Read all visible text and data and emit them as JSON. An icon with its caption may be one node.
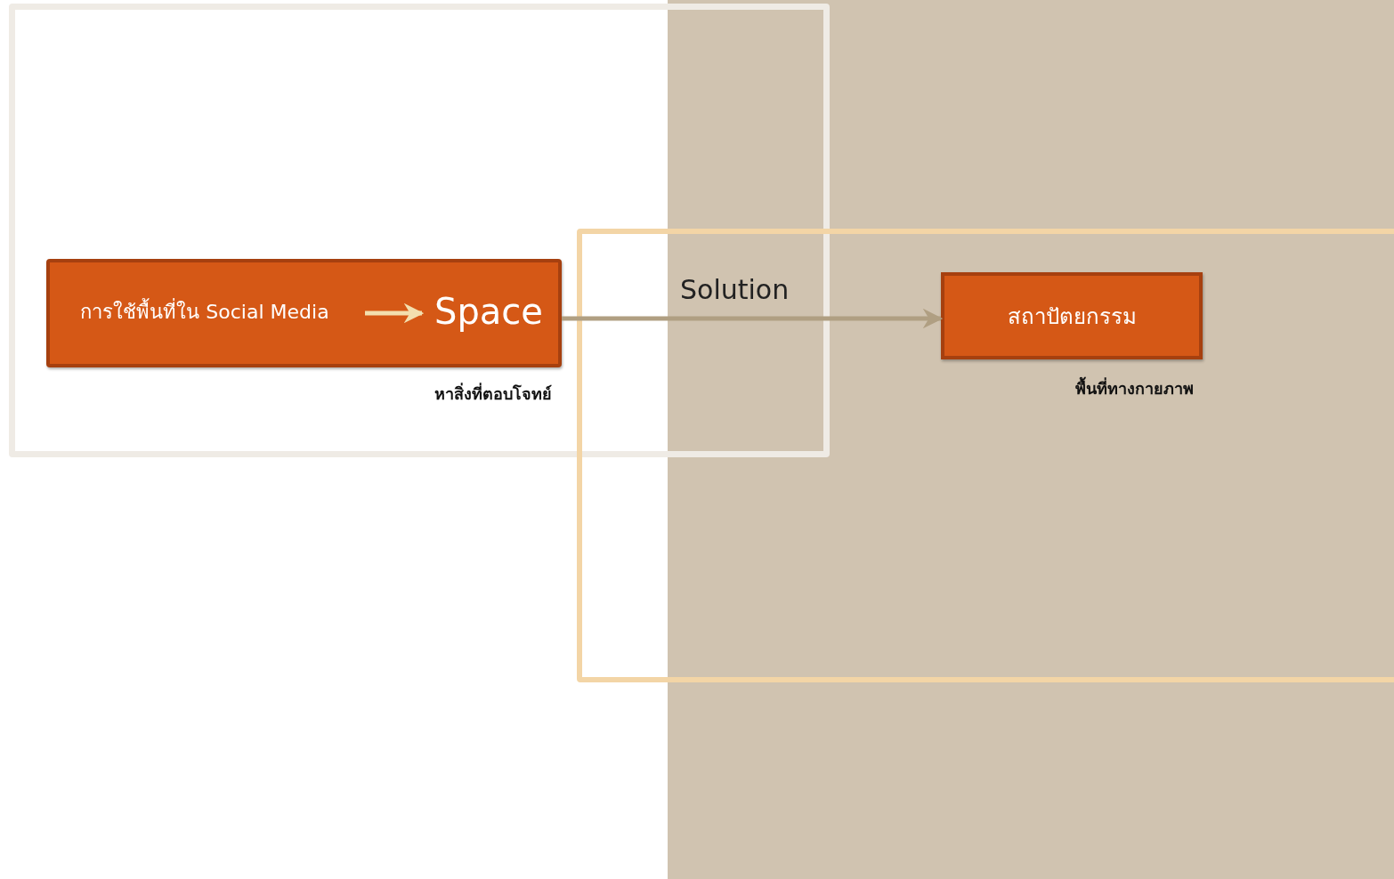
{
  "diagram": {
    "nodes": [
      {
        "text": [],
        "shape": "box"
      },
      {
        "text": [],
        "shape": "box",
        "in": 0,
        "beside": [
          "หาสิ่งที่ตอบโจทย์"
        ]
      },
      {
        "text": [
          "การใช้พื้นที่ใน Social Media"
        ],
        "in": 1
      },
      {
        "text": [
          "Space"
        ],
        "in": 1
      },
      {
        "text": [],
        "shape": "box"
      },
      {
        "text": [
          "สถาปัตยกรรม"
        ],
        "in": 4,
        "beside": [
          "พื้นที่ทางกายภาพ"
        ]
      }
    ],
    "edges": [
      {
        "from": 2,
        "to": 3,
        "arrow": "to",
        "color": "#f3dfae"
      },
      {
        "from": 1,
        "to": 5,
        "arrow": "to",
        "label": "Solution",
        "color": "#b09f82"
      }
    ]
  }
}
